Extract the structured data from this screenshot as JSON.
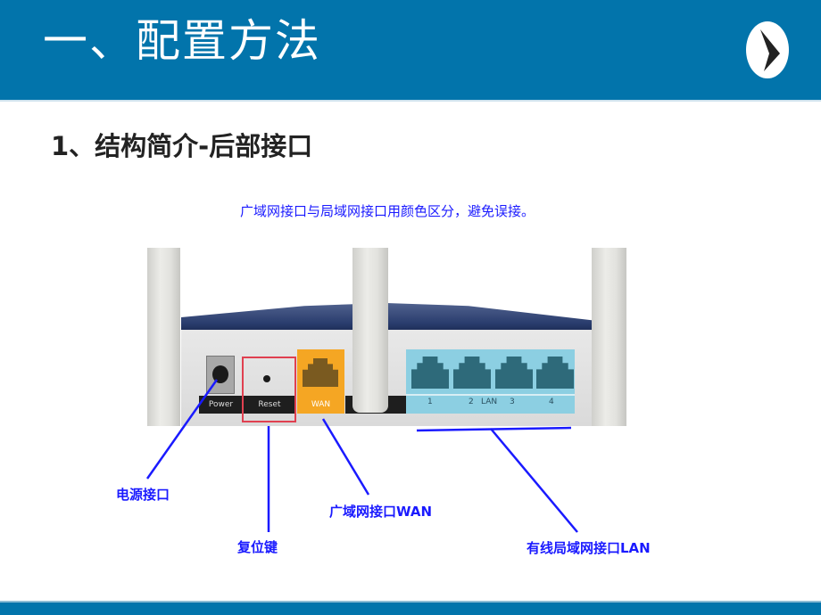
{
  "header": {
    "title": "一、配置方法",
    "background_color": "#0274ab",
    "logo": "arrow-logo-icon"
  },
  "section": {
    "title": "1、结构简介-后部接口"
  },
  "subtitle": "广域网接口与局域网接口用颜色区分，避免误接。",
  "router_photo": {
    "labels": {
      "power": "Power",
      "reset": "Reset",
      "wan": "WAN",
      "lan": "LAN",
      "lan_ports": [
        "1",
        "2",
        "3",
        "4"
      ]
    },
    "colors": {
      "wan_port": "#f5a623",
      "lan_panel": "#8ccfe2",
      "top_shell": "#2a3d6e",
      "reset_highlight": "#e04050"
    }
  },
  "callouts": {
    "power": "电源接口",
    "reset": "复位键",
    "wan": "广域网接口WAN",
    "lan": "有线局域网接口LAN",
    "line_color": "#1a1aff"
  },
  "footer": {
    "background_color": "#0274ab"
  }
}
